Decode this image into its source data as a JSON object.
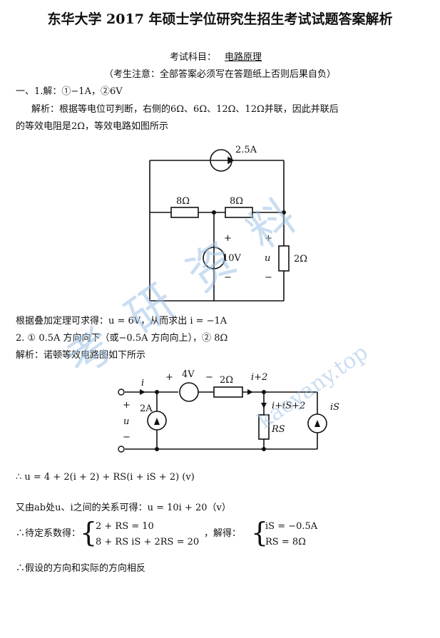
{
  "header": {
    "title": "东华大学 2017 年硕士学位研究生招生考试试题答案解析",
    "subject_label": "考试科目：",
    "subject": "电路原理",
    "notice": "（考生注意：全部答案必须写在答题纸上否则后果自负）"
  },
  "q1": {
    "heading": "一、1.解：①−1A，②6V",
    "analysis_line1": "解析：根据等电位可判断，右侧的6Ω、6Ω、12Ω、12Ω并联，因此并联后",
    "analysis_line2": "的等效电阻是2Ω，等效电路如图所示",
    "circuit": {
      "source_current": "2.5A",
      "r_left": "8Ω",
      "r_mid": "8Ω",
      "v_source": "10V",
      "u_label": "u",
      "r_right": "2Ω",
      "plus": "+",
      "minus": "−"
    },
    "conclusion": "根据叠加定理可求得：u = 6V，从而求出 i = −1A"
  },
  "q2": {
    "heading": "2.   ① 0.5A 方向向下（或−0.5A 方向向上），② 8Ω",
    "analysis": "解析：诺顿等效电路图如下所示",
    "circuit": {
      "i": "i",
      "plus": "+",
      "minus": "−",
      "u": "u",
      "src_4v": "4V",
      "r_2": "2Ω",
      "i_plus_2": "i+2",
      "src_2a": "2A",
      "branch_current": "i+iS+2",
      "rs": "RS",
      "is": "iS"
    },
    "eq1": "∴ u = 4 + 2(i + 2) + RS(i + iS + 2)  (v)",
    "eq2": "又由ab处u、i之间的关系可得：u = 10i + 20（v）",
    "coef_label": "∴待定系数得：",
    "sys1_line1": "2 + RS = 10",
    "sys1_line2": "8 + RS iS + 2RS = 20",
    "solve_label": "，解得：",
    "sys2_line1": "iS = −0.5A",
    "sys2_line2": "RS = 8Ω",
    "final": "∴假设的方向和实际的方向相反"
  },
  "watermark": {
    "chars": "考研资料",
    "url": "kaoyany.top"
  }
}
